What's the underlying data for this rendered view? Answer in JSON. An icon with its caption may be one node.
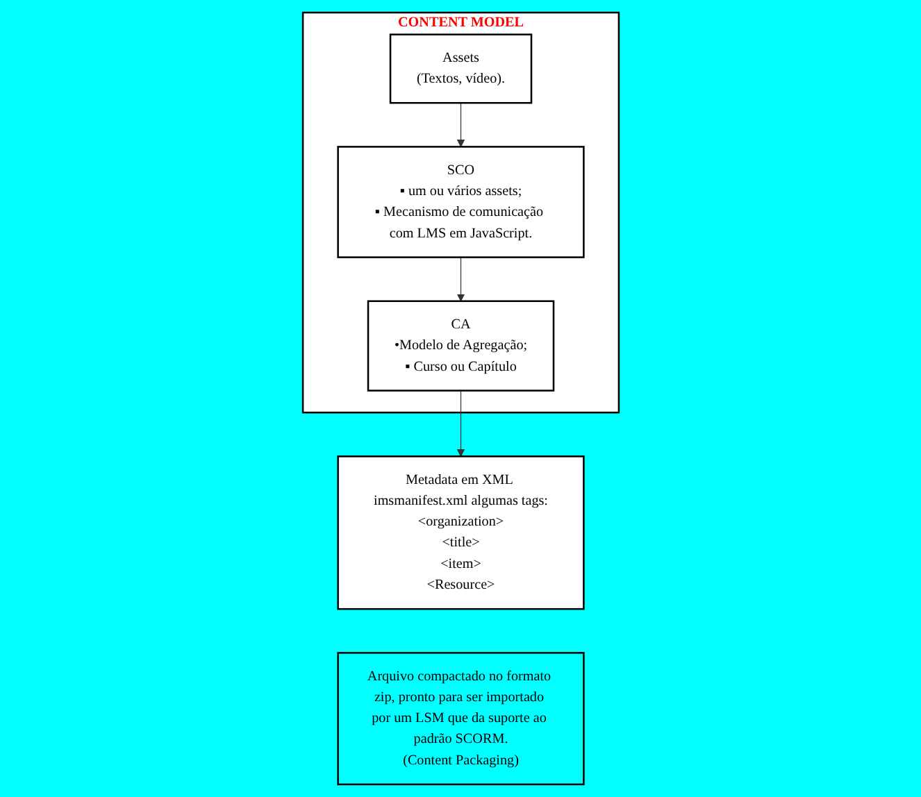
{
  "diagram": {
    "nodes": [
      {
        "text": [
          "CONTENT MODEL"
        ]
      },
      {
        "text": [
          "Assets",
          "(Textos, vídeo)."
        ],
        "in": 0
      },
      {
        "text": [
          "SCO",
          "▪ um ou vários assets;",
          "▪ Mecanismo de comunicação com LMS em JavaScript."
        ],
        "in": 0
      },
      {
        "text": [
          "CA",
          "•Modelo de Agregação;",
          "▪ Curso ou Capítulo"
        ],
        "in": 0
      },
      {
        "text": [
          "Metadata em XML imsmanifest.xml algumas tags:",
          "<organization>",
          "<title>",
          "<item>",
          "<Resource>"
        ]
      },
      {
        "text": [
          "Arquivo compactado no formato zip, pronto para ser importado por um LSM que da suporte ao padrão SCORM.",
          "(Content Packaging)"
        ]
      }
    ],
    "edges": [
      {
        "from": 1,
        "to": 2,
        "arrow": "to"
      },
      {
        "from": 2,
        "to": 3,
        "arrow": "to"
      },
      {
        "from": 3,
        "to": 4,
        "arrow": "to"
      }
    ]
  }
}
